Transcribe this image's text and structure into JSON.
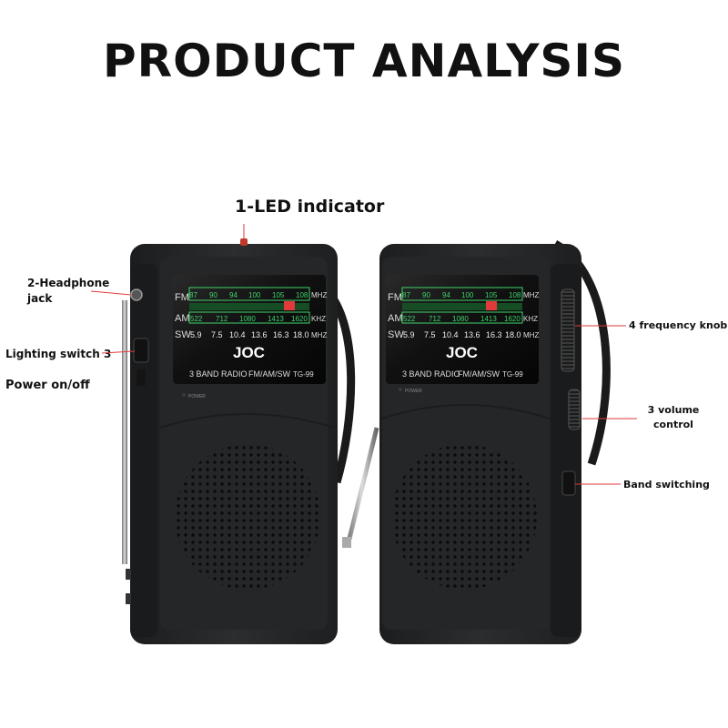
{
  "title": "PRODUCT ANALYSIS",
  "callouts": {
    "led": "1-LED indicator",
    "headphone": "2-Headphone jack",
    "lighting": "Lighting switch 3",
    "power": "Power on/off",
    "frequency": "4 frequency knob",
    "volume": "3 volume control",
    "band": "Band switching"
  },
  "radio": {
    "brand": "JOC",
    "model_text": "3 BAND RADIO",
    "bands_text": "FM/AM/SW",
    "model": "TG-99",
    "power_text": "POWER",
    "fm_label": "FM",
    "am_label": "AM",
    "sw_label": "SW",
    "fm_unit": "MHZ",
    "am_unit": "KHZ",
    "sw_unit": "MHZ",
    "fm_scale": [
      "87",
      "90",
      "94",
      "100",
      "105",
      "108"
    ],
    "am_scale": [
      "522",
      "712",
      "1080",
      "1413",
      "1620"
    ],
    "sw_scale": [
      "5.9",
      "7.5",
      "10.4",
      "13.6",
      "16.3",
      "18.0"
    ]
  },
  "colors": {
    "body": "#262728",
    "dial_green": "#3dd36a",
    "pointer_red": "#e23a3a",
    "callout_line": "#e23a3a"
  }
}
